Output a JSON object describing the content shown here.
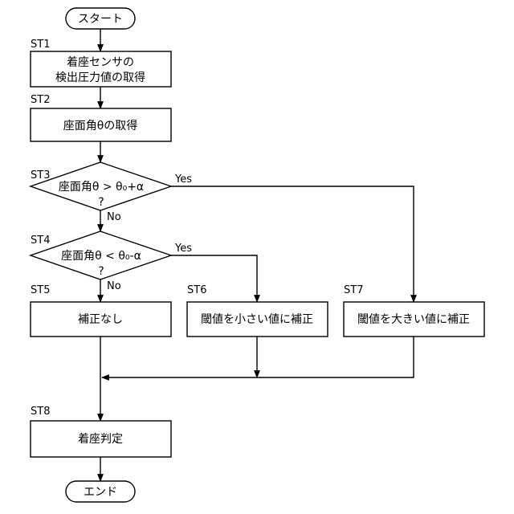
{
  "flowchart": {
    "start_label": "スタート",
    "end_label": "エンド",
    "steps": {
      "st1": {
        "id": "ST1",
        "line1": "着座センサの",
        "line2": "検出圧力値の取得"
      },
      "st2": {
        "id": "ST2",
        "text": "座面角θの取得"
      },
      "st3": {
        "id": "ST3",
        "condition": "座面角θ > θ₀+α",
        "question": "?",
        "yes": "Yes",
        "no": "No"
      },
      "st4": {
        "id": "ST4",
        "condition": "座面角θ < θ₀-α",
        "question": "?",
        "yes": "Yes",
        "no": "No"
      },
      "st5": {
        "id": "ST5",
        "text": "補正なし"
      },
      "st6": {
        "id": "ST6",
        "text": "閾値を小さい値に補正"
      },
      "st7": {
        "id": "ST7",
        "text": "閾値を大きい値に補正"
      },
      "st8": {
        "id": "ST8",
        "text": "着座判定"
      }
    }
  }
}
